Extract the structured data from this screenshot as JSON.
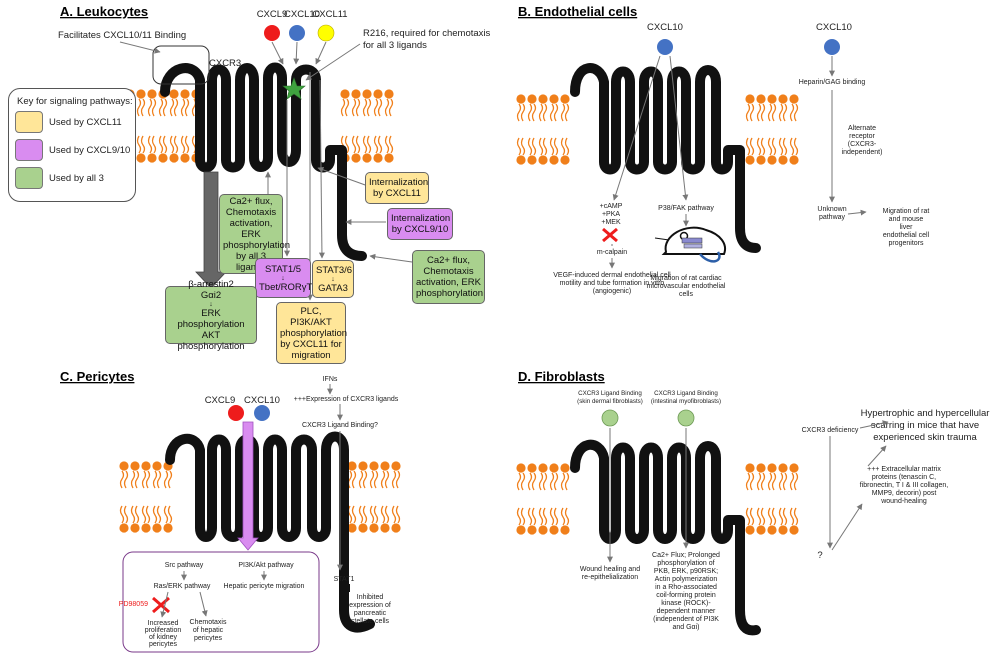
{
  "panels": {
    "a": {
      "title": "A. Leukocytes",
      "ligands": [
        {
          "label": "CXCL9",
          "color": "#ee1c1c"
        },
        {
          "label": "CXCL10",
          "color": "#4472c4"
        },
        {
          "label": "CXCL11",
          "color": "#ffff00"
        }
      ],
      "receptor": "CXCR3",
      "binding_note": "Facilitates CXCL10/11 Binding",
      "r216_note": [
        "R216, required for chemotaxis",
        "for all 3 ligands"
      ],
      "key": {
        "title": "Key for signaling pathways:",
        "items": [
          {
            "label": "Used by CXCL11",
            "color": "#ffe699"
          },
          {
            "label": "Used by CXCL9/10",
            "color": "#d98cf0"
          },
          {
            "label": "Used by all 3",
            "color": "#a9d18e"
          }
        ]
      },
      "boxes": {
        "ca_all3": [
          "Ca2+ flux,",
          "Chemotaxis",
          "activation,",
          "ERK",
          "phosphorylation",
          "by all 3 ligands"
        ],
        "internal_11": [
          "Internalization",
          "by CXCL11"
        ],
        "internal_910": [
          "Internalization",
          "by CXCL9/10"
        ],
        "ca_right": [
          "Ca2+ flux,",
          "Chemotaxis",
          "activation, ERK",
          "phosphorylation"
        ],
        "stat15": [
          "STAT1/5",
          "Tbet/RORγT"
        ],
        "stat36": [
          "STAT3/6",
          "GATA3"
        ],
        "barrestin": [
          "β-arrestin2",
          "Gαi2",
          "ERK phosphorylation",
          "AKT phosphorylation"
        ],
        "plc": [
          "PLC, PI3K/AKT",
          "phosphorylation",
          "by CXCL11 for",
          "migration"
        ]
      }
    },
    "b": {
      "title": "B. Endothelial cells",
      "ligand1": "CXCL10",
      "ligand2": "CXCL10",
      "camp": [
        "+cAMP",
        "+PKA",
        "+MEK"
      ],
      "mcalpain": "m-calpain",
      "vegf": [
        "VEGF-induced dermal endothelial cell",
        "motility and tube formation in vitro",
        "(angiogenic)"
      ],
      "p38": "P38/FAK pathway",
      "migration_cardiac": [
        "Migration of rat cardiac",
        "microvascular endothelial",
        "cells"
      ],
      "heparin": "Heparin/GAG binding",
      "alternate": [
        "Alternate",
        "receptor",
        "(CXCR3-",
        "independent)"
      ],
      "unknown": [
        "Unknown",
        "pathway"
      ],
      "migration_liver": [
        "Migration of rat",
        "and mouse",
        "liver",
        "endothelial cell",
        "progenitors"
      ]
    },
    "c": {
      "title": "C. Pericytes",
      "ligand1": "CXCL9",
      "ligand2": "CXCL10",
      "ifn": "IFNs",
      "expression": "+++Expression of CXCR3 ligands",
      "binding_q": "CXCR3 Ligand Binding?",
      "src": "Src pathway",
      "ras": "Ras/ERK pathway",
      "pd": "PD98059",
      "prolif": [
        "Increased",
        "proliferation",
        "of kidney",
        "pericytes"
      ],
      "chemotaxis_hep": [
        "Chemotaxis",
        "of hepatic",
        "pericytes"
      ],
      "pi3k": "PI3K/Akt pathway",
      "hepatic_mig": "Hepatic pericyte migration",
      "stat1": "STAT1",
      "inhibited": [
        "Inhibited",
        "expression of",
        "pancreatic",
        "stellate cells"
      ]
    },
    "d": {
      "title": "D. Fibroblasts",
      "bind1": [
        "CXCR3 Ligand Binding",
        "(skin dermal fibroblasts)"
      ],
      "bind2": [
        "CXCR3 Ligand Binding",
        "(intestinal myofibroblasts)"
      ],
      "wound": [
        "Wound healing and",
        "re-epithelialization"
      ],
      "ca_flux": [
        "Ca2+ Flux; Prolonged",
        "phosphorylation of",
        "PKB, ERK, p90RSK;",
        "Actin polymerization",
        "in a Rho-associated",
        "coil-forming protein",
        "kinase (ROCK)-",
        "dependent manner",
        "(independent of PI3K",
        "and Gαi)"
      ],
      "deficiency": "CXCR3 deficiency",
      "scarring": [
        "Hypertrophic and hypercellular",
        "scarring in mice that have",
        "experienced skin trauma"
      ],
      "ecm": [
        "+++ Extracellular matrix",
        "proteins (tenascin C,",
        "fibronectin, T I & III collagen,",
        "MMP9, decorin) post",
        "wound-healing"
      ],
      "question": "?"
    }
  }
}
